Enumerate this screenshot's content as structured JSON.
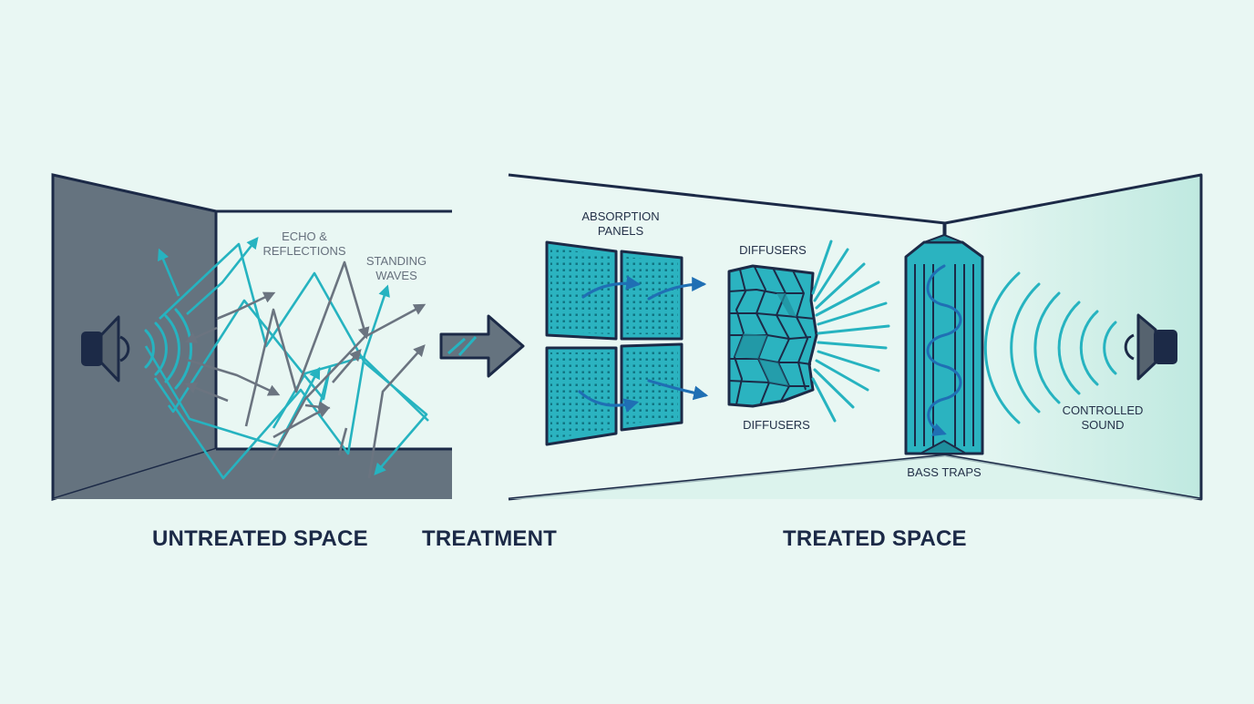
{
  "untreated": {
    "caption": "UNTREATED SPACE",
    "echo_label": [
      "ECHO &",
      "REFLECTIONS"
    ],
    "standing_label": [
      "STANDING",
      "WAVES"
    ]
  },
  "treatment": {
    "caption": "TREATMENT"
  },
  "treated": {
    "caption": "TREATED SPACE",
    "absorption_label": [
      "ABSORPTION",
      "PANELS"
    ],
    "diffusers_top_label": "DIFFUSERS",
    "diffusers_bottom_label": "DIFFUSERS",
    "bass_traps_label": "BASS TRAPS",
    "controlled_label": [
      "CONTROLLED",
      "SOUND"
    ]
  },
  "colors": {
    "background": "#e9f7f3",
    "wall_dark": "#65737f",
    "outline": "#1c2a47",
    "teal": "#26b3c0",
    "grey_arrow": "#6b7480",
    "blue_arrow": "#1f6fb4"
  },
  "icons": [
    "speaker-icon",
    "arrow-right-icon",
    "absorption-panel-icon",
    "diffuser-icon",
    "bass-trap-icon"
  ]
}
